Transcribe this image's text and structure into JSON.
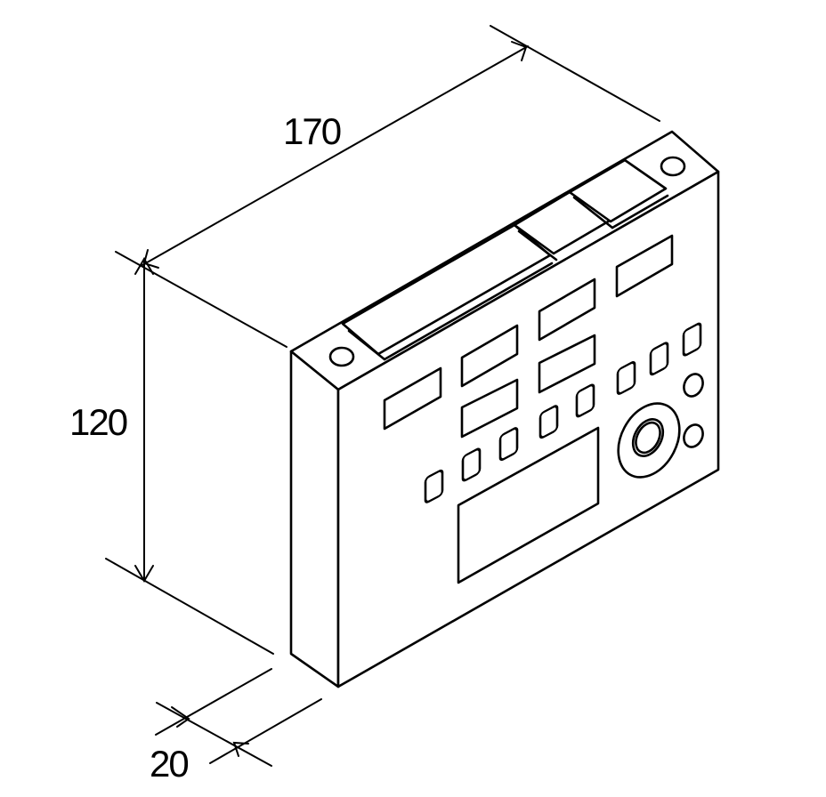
{
  "dimensions": {
    "width": "170",
    "height": "120",
    "depth": "20"
  },
  "colors": {
    "line": "#000000",
    "background": "#ffffff"
  }
}
